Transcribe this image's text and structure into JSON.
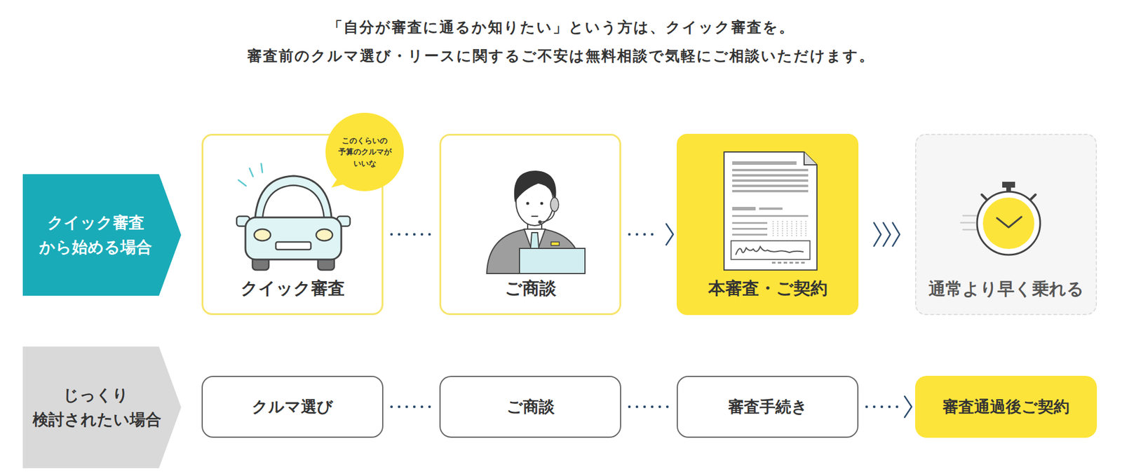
{
  "diagram": {
    "title": "「自分が審査に通るか知りたい」という方は、クイック審査を。",
    "nodes": [
      {
        "text": [
          "クイック審査 から始める場合"
        ]
      },
      {
        "text": [
          "クイック審査"
        ]
      },
      {
        "text": [
          "このくらいの 予算のクルマが いいな"
        ]
      },
      {
        "text": [
          "ご商談"
        ]
      },
      {
        "text": [
          "本審査・ご契約"
        ]
      },
      {
        "text": [
          "通常より早く乗れる"
        ]
      },
      {
        "text": [
          "じっくり 検討されたい場合"
        ]
      },
      {
        "text": [
          "クルマ選び"
        ]
      },
      {
        "text": [
          "ご商談"
        ]
      },
      {
        "text": [
          "審査手続き"
        ]
      },
      {
        "text": [
          "審査通過後ご契約"
        ]
      }
    ],
    "edges": [
      {
        "from": 1,
        "to": 3,
        "arrow": "none"
      },
      {
        "from": 3,
        "to": 4,
        "arrow": "to"
      },
      {
        "from": 4,
        "to": 5,
        "arrow": "to"
      },
      {
        "from": 7,
        "to": 8,
        "arrow": "none"
      },
      {
        "from": 8,
        "to": 9,
        "arrow": "none"
      },
      {
        "from": 9,
        "to": 10,
        "arrow": "to"
      }
    ],
    "labels": [
      "審査前のクルマ選び・リースに関するご不安は無料相談で気軽にご相談いただけます。"
    ]
  }
}
